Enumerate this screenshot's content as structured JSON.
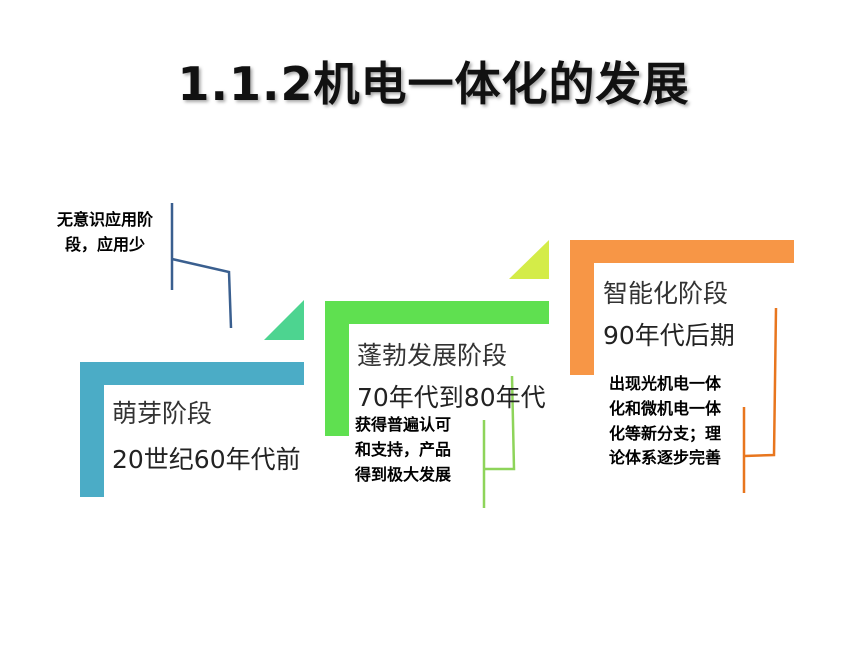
{
  "title": "1.1.2机电一体化的发展",
  "stages": [
    {
      "name": "萌芽阶段",
      "period": "20世纪60年代前",
      "note": "无意识应用阶段，应用少",
      "color": "#4BACC6",
      "triangle_color": "#4DD490",
      "line_color": "#3A5F8F"
    },
    {
      "name": "蓬勃发展阶段",
      "period": "70年代到80年代",
      "note": "获得普遍认可和支持，产品得到极大发展",
      "color": "#5FE050",
      "triangle_color": "#D4EC48",
      "line_color": "#8ED45A"
    },
    {
      "name": "智能化阶段",
      "period": "90年代后期",
      "note": "出现光机电一体化和微机电一体化等新分支；理论体系逐步完善",
      "color": "#F79646",
      "line_color": "#E8761E"
    }
  ]
}
